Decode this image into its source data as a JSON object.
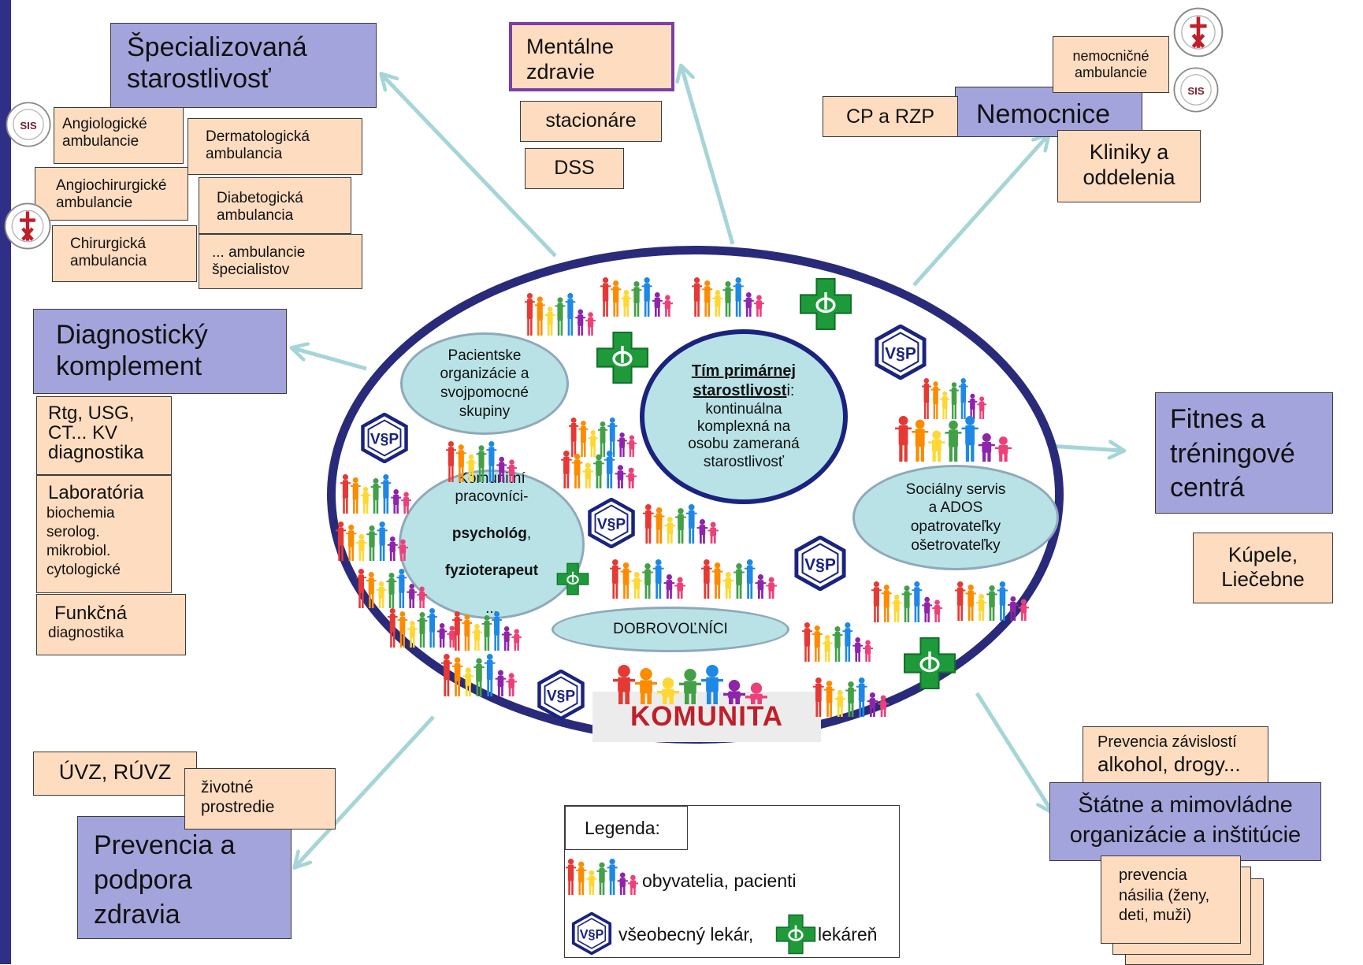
{
  "colors": {
    "box_purple": "#a4a4dd",
    "box_peach": "#fddcc0",
    "oval_fill": "#b9e2e6",
    "ellipse_border": "#2a2a7a",
    "arrow": "#a6d5d8",
    "pharmacy_green": "#1f9a3a",
    "komunita_red": "#c01f2a",
    "sidebar": "#2f2f88"
  },
  "icons": {
    "family": "family-icon",
    "doctor": "vsp-doctor-emblem-icon",
    "pharmacy": "pharmacy-cross-icon",
    "angiology_seal": "angiology-society-seal-icon",
    "surgery_seal": "surgery-society-seal-icon"
  },
  "specialized": {
    "title": "Špecializovaná\nstarostlivosť",
    "items": [
      "Angiologické\nambulancie",
      "Dermatologická\nambulancia",
      "Angiochirurgické\nambulancie",
      "Diabetogická\nambulancia",
      "Chirurgická\nambulancia",
      "... ambulancie\nšpecialistov"
    ]
  },
  "mental": {
    "title": "Mentálne\nzdravie",
    "items": [
      "stacionáre",
      "DSS"
    ]
  },
  "hospitals": {
    "title": "Nemocnice",
    "cp": "CP a RZP",
    "ambulances": "nemocničné\nambulancie",
    "clinics": "Kliniky a\noddelenia"
  },
  "diagnostic": {
    "title": "Diagnostický\nkomplement",
    "rtg": "Rtg, USG,\nCT... KV\ndiagnostika",
    "lab_title": "Laboratória",
    "lab_items": "biochemia\nserolog.\nmikrobiol.\ncytologické",
    "func_title": "Funkčná",
    "func_sub": "diagnostika"
  },
  "fitness": {
    "title": "Fitnes a\ntréningové\ncentrá",
    "spa": "Kúpele,\nLiečebne"
  },
  "prevention": {
    "title": "Prevencia a\npodpora\nzdravia",
    "uvz": "ÚVZ, RÚVZ",
    "environment": "životné\nprostredie"
  },
  "state": {
    "title": "Štátne a mimovládne\norganizácie a inštitúcie",
    "addiction_title": "Prevencia závislostí",
    "addiction_sub": "alkohol, drogy...",
    "violence": "prevencia\nnásilia (ženy,\ndeti, muži)"
  },
  "community": {
    "label": "KOMUNITA",
    "patient_orgs": "Pacientske\norganizácie a\nsvojpomocné\nskupiny",
    "team_bold": "Tím primárnej\nstarostlivost",
    "team_tail": "i:",
    "team_desc": "kontinuálna\nkomplexná na\nosobu zameraná\nstarostlivosť",
    "social": "Sociálny servis\na ADOS\nopatrovateľky\nošetrovateľky",
    "workers_top": "Komunitní\npracovníci-",
    "workers_bold1": "psychológ",
    "workers_comma": ",",
    "workers_bold2": "fyzioterapeut",
    "workers_end": "...",
    "volunteers": "DOBROVOĽNÍCI"
  },
  "legend": {
    "title": "Legenda:",
    "residents": "obyvatelia, pacienti",
    "doctor": "všeobecný lekár,",
    "pharmacy": "lekáreň"
  }
}
